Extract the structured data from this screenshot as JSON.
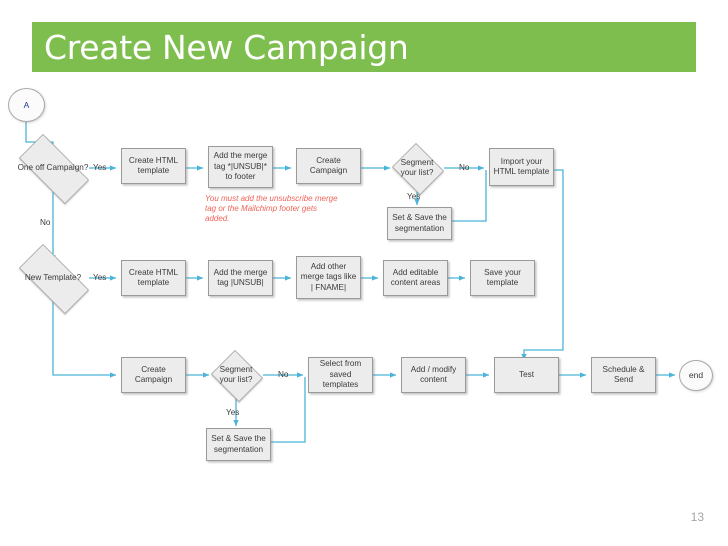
{
  "slide": {
    "title": "Create New Campaign",
    "page_number": "13",
    "accent_color": "#7ebe4f",
    "wire_color": "#4bb4d8",
    "node_fill": "#ececec",
    "node_stroke": "#9a9a9a",
    "note_color": "#f0635a"
  },
  "chart_data": {
    "type": "diagram",
    "title": "Create New Campaign",
    "nodes": [
      {
        "id": "start_a",
        "shape": "ellipse",
        "label": "A"
      },
      {
        "id": "one_off",
        "shape": "diamond",
        "label": "One off Campaign?"
      },
      {
        "id": "create_html_1",
        "shape": "process",
        "label": "Create HTML template"
      },
      {
        "id": "add_unsub",
        "shape": "process",
        "label": "Add the merge tag *|UNSUB|* to footer"
      },
      {
        "id": "create_camp_1",
        "shape": "process",
        "label": "Create Campaign"
      },
      {
        "id": "segment_1",
        "shape": "diamond",
        "label": "Segment your list?"
      },
      {
        "id": "set_save_1",
        "shape": "process",
        "label": "Set & Save the segmentation"
      },
      {
        "id": "import_html",
        "shape": "process",
        "label": "Import your HTML template"
      },
      {
        "id": "new_template",
        "shape": "diamond",
        "label": "New Template?"
      },
      {
        "id": "create_html_2",
        "shape": "process",
        "label": "Create HTML template"
      },
      {
        "id": "add_merge_2",
        "shape": "process",
        "label": "Add the merge tag |UNSUB|"
      },
      {
        "id": "add_other",
        "shape": "process",
        "label": "Add other merge tags like | FNAME|"
      },
      {
        "id": "add_editable",
        "shape": "process",
        "label": "Add editable content areas"
      },
      {
        "id": "save_template",
        "shape": "process",
        "label": "Save your template"
      },
      {
        "id": "create_camp_2",
        "shape": "process",
        "label": "Create Campaign"
      },
      {
        "id": "segment_2",
        "shape": "diamond",
        "label": "Segment your list?"
      },
      {
        "id": "set_save_2",
        "shape": "process",
        "label": "Set & Save the segmentation"
      },
      {
        "id": "select_saved",
        "shape": "process",
        "label": "Select from saved templates"
      },
      {
        "id": "add_modify",
        "shape": "process",
        "label": "Add / modify content"
      },
      {
        "id": "test",
        "shape": "process",
        "label": "Test"
      },
      {
        "id": "schedule_send",
        "shape": "process",
        "label": "Schedule & Send"
      },
      {
        "id": "end",
        "shape": "ellipse",
        "label": "end"
      }
    ],
    "edges": [
      {
        "from": "start_a",
        "to": "one_off",
        "label": ""
      },
      {
        "from": "one_off",
        "to": "create_html_1",
        "label": "Yes"
      },
      {
        "from": "one_off",
        "to": "new_template",
        "label": "No"
      },
      {
        "from": "create_html_1",
        "to": "add_unsub",
        "label": ""
      },
      {
        "from": "add_unsub",
        "to": "create_camp_1",
        "label": ""
      },
      {
        "from": "create_camp_1",
        "to": "segment_1",
        "label": ""
      },
      {
        "from": "segment_1",
        "to": "import_html",
        "label": "No"
      },
      {
        "from": "segment_1",
        "to": "set_save_1",
        "label": "Yes"
      },
      {
        "from": "set_save_1",
        "to": "import_html",
        "label": ""
      },
      {
        "from": "import_html",
        "to": "test",
        "label": ""
      },
      {
        "from": "new_template",
        "to": "create_html_2",
        "label": "Yes"
      },
      {
        "from": "new_template",
        "to": "create_camp_2",
        "label": ""
      },
      {
        "from": "create_html_2",
        "to": "add_merge_2",
        "label": ""
      },
      {
        "from": "add_merge_2",
        "to": "add_other",
        "label": ""
      },
      {
        "from": "add_other",
        "to": "add_editable",
        "label": ""
      },
      {
        "from": "add_editable",
        "to": "save_template",
        "label": ""
      },
      {
        "from": "create_camp_2",
        "to": "segment_2",
        "label": ""
      },
      {
        "from": "segment_2",
        "to": "select_saved",
        "label": "No"
      },
      {
        "from": "segment_2",
        "to": "set_save_2",
        "label": "Yes"
      },
      {
        "from": "set_save_2",
        "to": "select_saved",
        "label": ""
      },
      {
        "from": "select_saved",
        "to": "add_modify",
        "label": ""
      },
      {
        "from": "add_modify",
        "to": "test",
        "label": ""
      },
      {
        "from": "test",
        "to": "schedule_send",
        "label": ""
      },
      {
        "from": "schedule_send",
        "to": "end",
        "label": ""
      }
    ],
    "annotations": [
      {
        "id": "unsub_note",
        "text": "You must add the unsubscribe merge tag or the Mailchimp footer gets added.",
        "color": "#f0635a"
      }
    ],
    "edge_labels": {
      "one_off_yes": "Yes",
      "one_off_no": "No",
      "segment1_no": "No",
      "segment1_yes": "Yes",
      "new_template_yes": "Yes",
      "segment2_no": "No",
      "segment2_yes": "Yes"
    }
  }
}
